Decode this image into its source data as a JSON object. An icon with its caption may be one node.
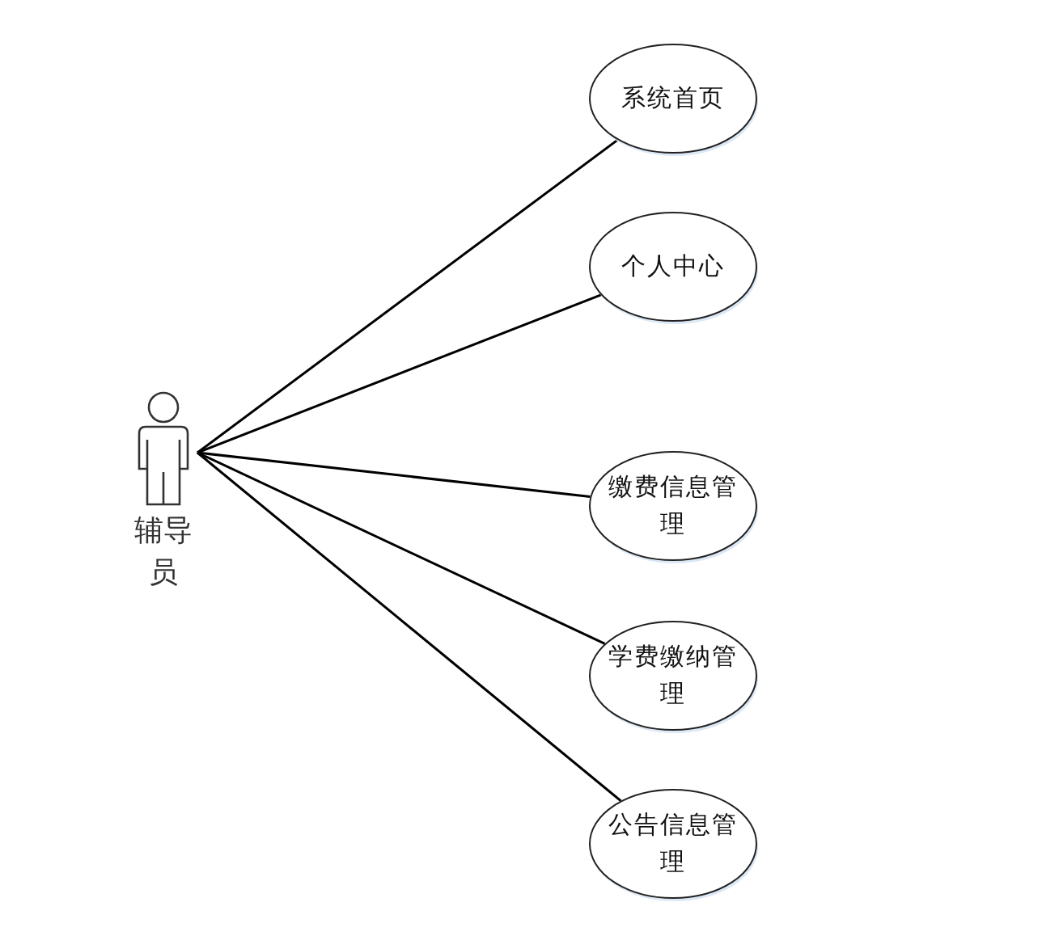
{
  "diagram": {
    "nodes": [
      {
        "text": [
          "辅导员"
        ]
      },
      {
        "text": [
          "系统首页"
        ]
      },
      {
        "text": [
          "个人中心"
        ]
      },
      {
        "text": [
          "缴费信息管理"
        ]
      },
      {
        "text": [
          "学费缴纳管理"
        ]
      },
      {
        "text": [
          "公告信息管理"
        ]
      }
    ],
    "edges": [
      {
        "from": 0,
        "to": 1,
        "arrow": "none"
      },
      {
        "from": 0,
        "to": 2,
        "arrow": "none"
      },
      {
        "from": 0,
        "to": 3,
        "arrow": "none"
      },
      {
        "from": 0,
        "to": 4,
        "arrow": "none"
      },
      {
        "from": 0,
        "to": 5,
        "arrow": "none"
      }
    ]
  }
}
